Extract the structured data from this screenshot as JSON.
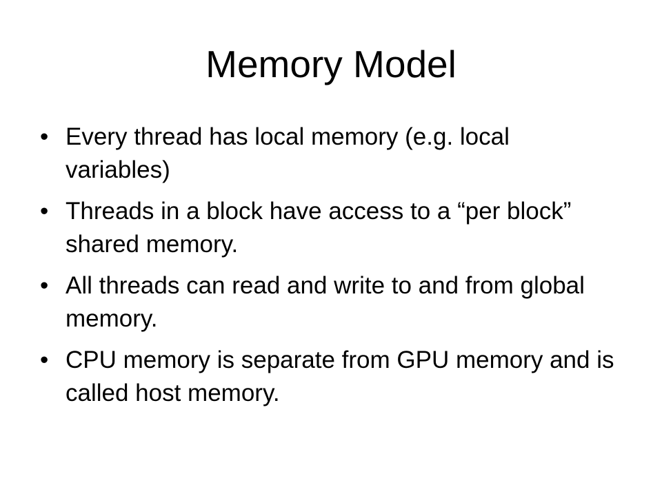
{
  "slide": {
    "title": "Memory Model",
    "bullet_symbol": "•",
    "bullets": [
      "Every thread has local memory (e.g. local variables)",
      "Threads in a block have access to a “per block” shared memory.",
      "All threads can read and write to and from global memory.",
      "CPU memory is separate from GPU memory and is called host memory."
    ]
  }
}
